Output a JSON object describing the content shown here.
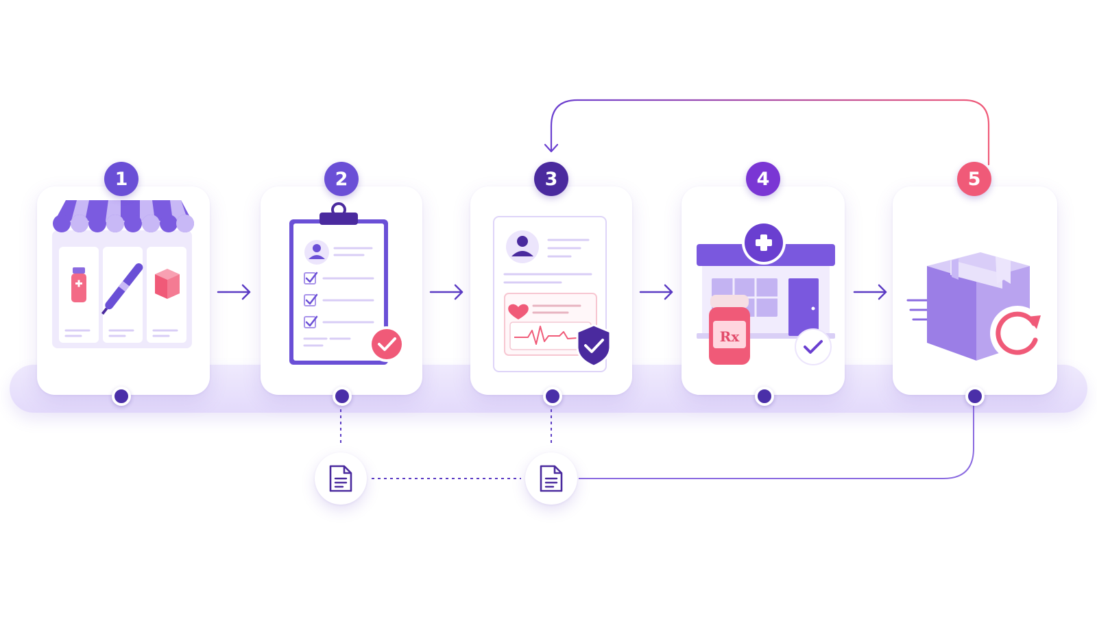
{
  "steps": [
    {
      "number": "1",
      "icon": "storefront-icon",
      "color": "#6a4fd6"
    },
    {
      "number": "2",
      "icon": "clipboard-checklist-icon",
      "color": "#6a4fd6"
    },
    {
      "number": "3",
      "icon": "health-record-shield-icon",
      "color": "#4a2a9e"
    },
    {
      "number": "4",
      "icon": "pharmacy-prescription-icon",
      "color": "#7a36d4"
    },
    {
      "number": "5",
      "icon": "package-refill-icon",
      "color": "#f05a78"
    }
  ],
  "documents": [
    {
      "icon": "document-icon"
    },
    {
      "icon": "document-icon"
    }
  ],
  "colors": {
    "primary": "#6a4fd6",
    "deep": "#4a2a9e",
    "accent": "#f05a78",
    "rail": "#e6defb"
  }
}
